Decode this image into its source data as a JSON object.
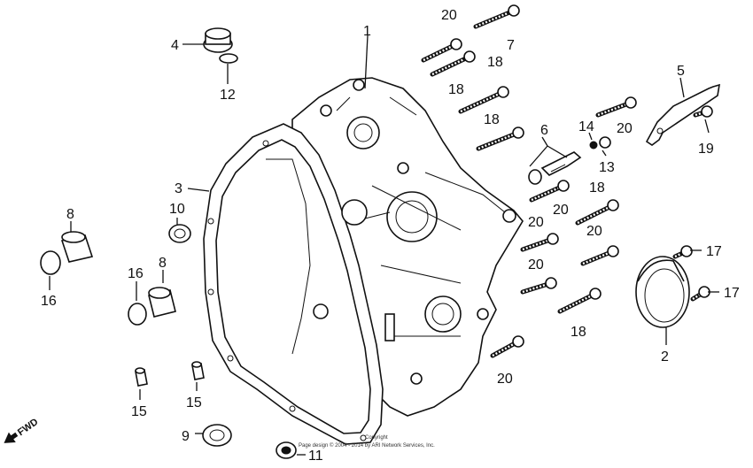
{
  "callouts": {
    "c1": "1",
    "c2": "2",
    "c3": "3",
    "c4": "4",
    "c5": "5",
    "c6": "6",
    "c7": "7",
    "c8a": "8",
    "c8b": "8",
    "c9": "9",
    "c10": "10",
    "c11": "11",
    "c12": "12",
    "c13": "13",
    "c14": "14",
    "c15a": "15",
    "c15b": "15",
    "c16a": "16",
    "c16b": "16",
    "c17a": "17",
    "c17b": "17",
    "c18a": "18",
    "c18b": "18",
    "c18c": "18",
    "c18d": "18",
    "c18e": "18",
    "c19": "19",
    "c20a": "20",
    "c20b": "20",
    "c20c": "20",
    "c20d": "20",
    "c20e": "20",
    "c20f": "20",
    "c20g": "20"
  },
  "fwd_label": "FWD",
  "copyright": {
    "line1": "Copyright",
    "line2": "Page design © 2004 - 2014 by ARI Network Services, Inc."
  }
}
